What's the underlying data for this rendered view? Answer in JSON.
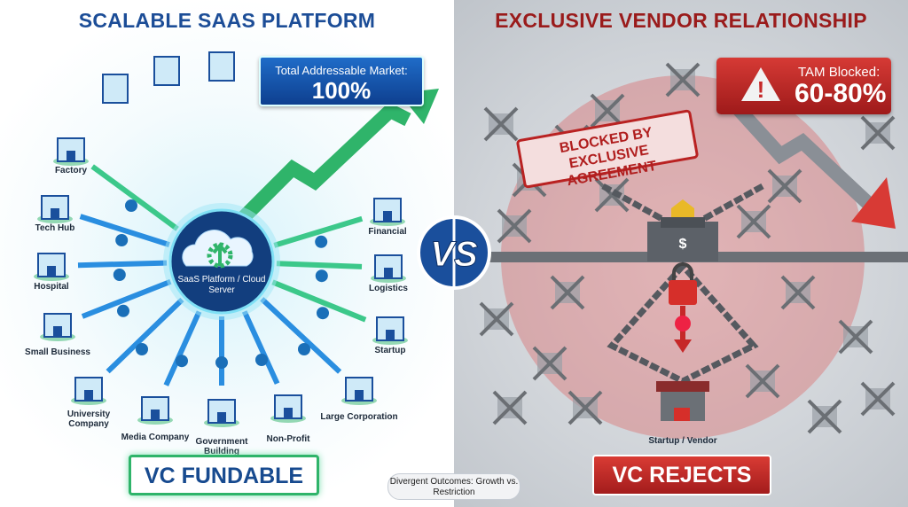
{
  "left": {
    "title": "SCALABLE SAAS PLATFORM",
    "center": "SaaS Platform / Cloud Server",
    "callout": {
      "label": "Total Addressable Market:",
      "value": "100%"
    },
    "nodes": [
      "Factory",
      "Tech Hub",
      "Hospital",
      "Small Business",
      "University Company",
      "Media Company",
      "Government Building",
      "Non-Profit",
      "Large Corporation",
      "Startup",
      "Logistics",
      "Financial"
    ],
    "verdict": "VC FUNDABLE",
    "colors": {
      "title": "#1c4d97",
      "accent": "#2fb46a",
      "arrow": "#2a8ee0"
    }
  },
  "vs": "VS",
  "divider": "Divergent Outcomes: Growth vs. Restriction",
  "right": {
    "title": "EXCLUSIVE VENDOR RELATIONSHIP",
    "callout": {
      "label": "TAM Blocked:",
      "value": "60-80%"
    },
    "banner": "BLOCKED BY EXCLUSIVE AGREEMENT",
    "vendor": "Startup / Vendor",
    "verdict": "VC REJECTS",
    "colors": {
      "title": "#9a1b1b",
      "accent": "#c62828"
    }
  }
}
